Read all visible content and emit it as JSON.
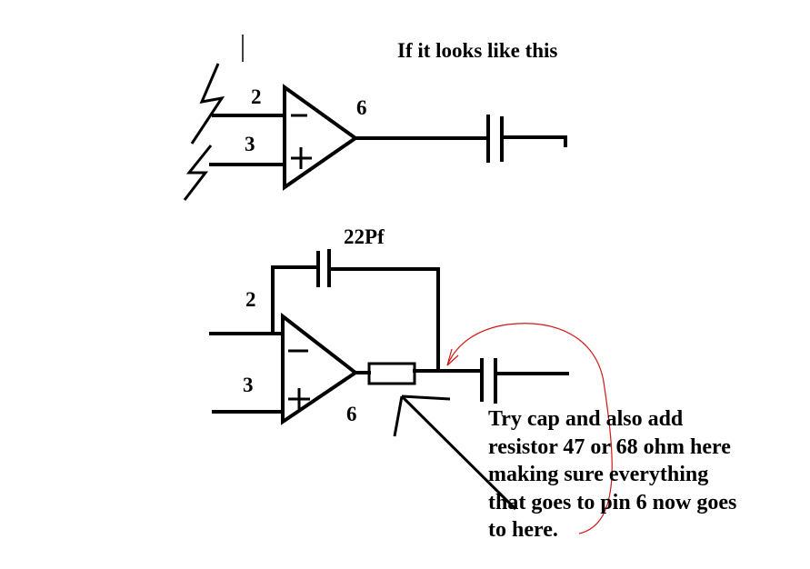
{
  "diagram": {
    "title": "If it looks like this",
    "top_circuit": {
      "pin_inverting": "2",
      "pin_noninverting": "3",
      "pin_output": "6"
    },
    "bottom_circuit": {
      "cap_label": "22Pf",
      "pin_inverting": "2",
      "pin_noninverting": "3",
      "pin_output": "6"
    },
    "note_lines": [
      "Try cap and also add",
      "resistor 47 or 68 ohm here",
      "making sure everything",
      "that goes to pin 6 now goes",
      "to here."
    ],
    "colors": {
      "ink": "#000000",
      "annotation_arrow": "#d01818",
      "background": "#ffffff"
    }
  }
}
